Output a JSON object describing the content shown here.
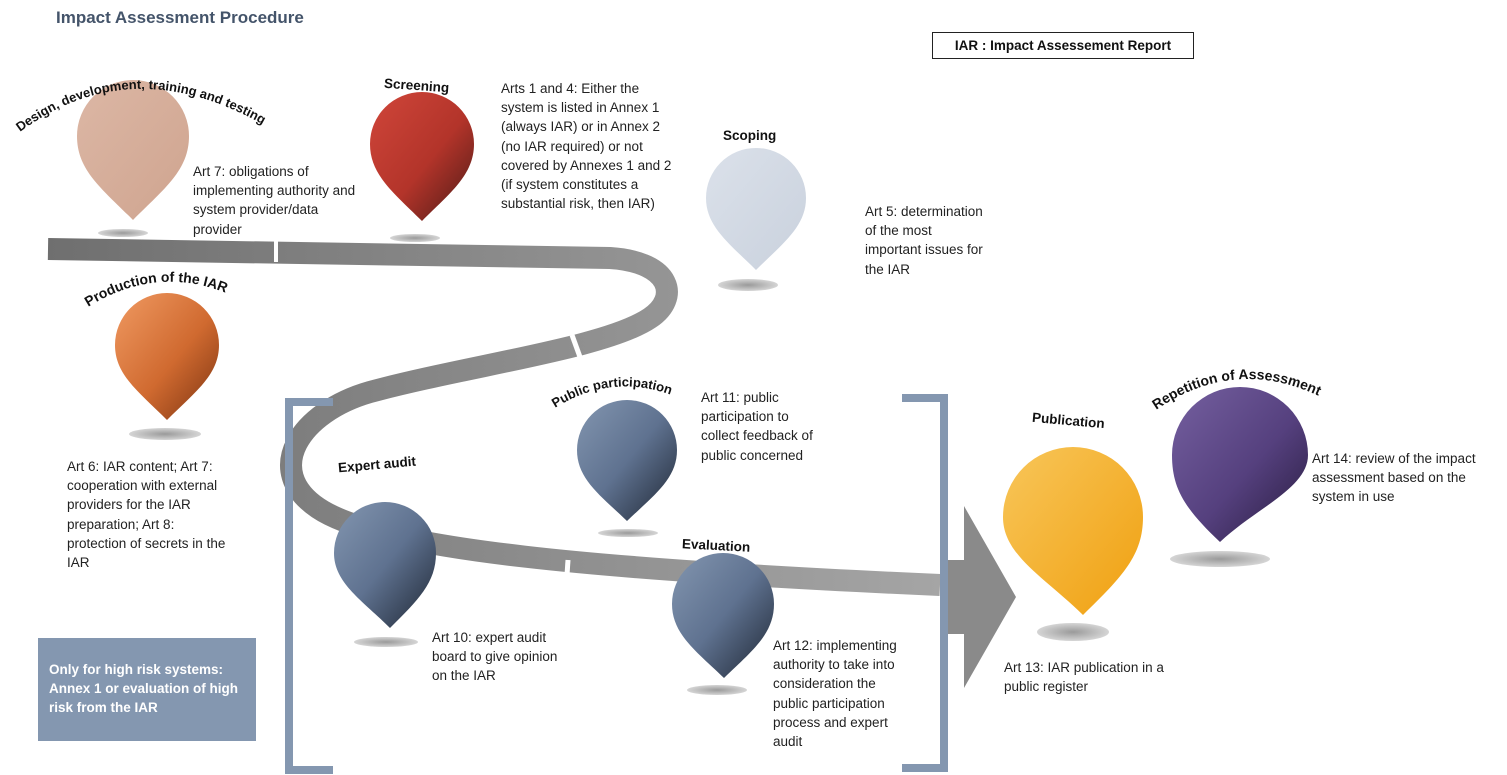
{
  "title": "Impact Assessment Procedure",
  "legend": "IAR : Impact Assessement Report",
  "note": "Only for high risk systems: Annex 1 or evaluation of high risk from the IAR",
  "stages": {
    "design": {
      "label": "Design, development, training and testing",
      "desc": [
        "Art 7: obligations of",
        "implementing authority and",
        "system provider/data",
        "provider"
      ]
    },
    "screening": {
      "label": "Screening",
      "desc": [
        "Arts 1 and 4: Either the",
        "system is listed in Annex 1",
        "(always IAR) or in Annex 2",
        "(no IAR required) or not",
        "covered by Annexes 1 and 2",
        "(if system constitutes a",
        "substantial risk, then IAR)"
      ]
    },
    "scoping": {
      "label": "Scoping",
      "desc": [
        "Art 5: determination",
        "of the most",
        "important issues for",
        "the IAR"
      ]
    },
    "production": {
      "label": "Production of the IAR",
      "desc": [
        "Art 6: IAR content; Art 7:",
        "cooperation with external",
        "providers for the IAR",
        "preparation; Art 8:",
        "protection of secrets in the",
        "IAR"
      ]
    },
    "public_participation": {
      "label": "Public participation",
      "desc": [
        "Art 11: public",
        "participation to",
        "collect feedback of",
        "public concerned"
      ]
    },
    "expert_audit": {
      "label": "Expert audit",
      "desc": [
        "Art 10: expert audit",
        "board to give opinion",
        "on the IAR"
      ]
    },
    "evaluation": {
      "label": "Evaluation",
      "desc": [
        "Art 12: implementing",
        "authority to take into",
        "consideration the",
        "public participation",
        "process and expert",
        "audit"
      ]
    },
    "publication": {
      "label": "Publication",
      "desc": [
        "Art 13: IAR publication in a",
        "public register"
      ]
    },
    "repetition": {
      "label": "Repetition of Assessment",
      "desc": [
        "Art 14: review of the impact",
        "assessment based on the",
        "system in use"
      ]
    }
  },
  "colors": {
    "design": "#d6ae9a",
    "screening": "#b5332a",
    "scoping": "#d5dce6",
    "production": "#d9733a",
    "public_participation": "#6e7f98",
    "expert_audit": "#637691",
    "evaluation": "#6a7c96",
    "publication": "#f5b021",
    "repetition": "#5a4484",
    "path": "#8a8a8a",
    "bracket": "#8497b0"
  }
}
